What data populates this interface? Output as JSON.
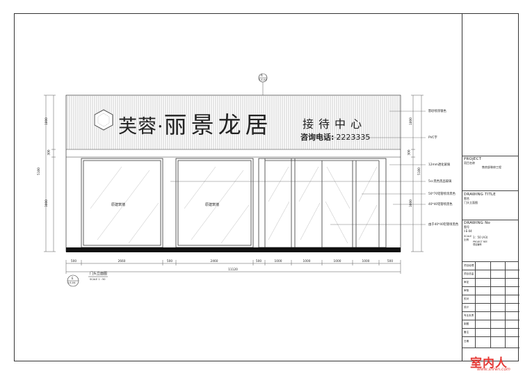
{
  "sign": {
    "brand_part1": "芙蓉·",
    "brand_part2": "丽景龙居",
    "subtitle": "接待中心",
    "phone_label": "咨询电话:",
    "phone_number": "2223335"
  },
  "section_marker": {
    "top": "A",
    "bottom": "7-E-04"
  },
  "panels": {
    "left_label": "原建筑墙",
    "right_label": "原建筑墙"
  },
  "annotations": [
    "影砂喷涂银色",
    "PVC字",
    "12mm透化玻璃",
    "5cc黑色黑品玻璃",
    "50*70铝管喷涂黑色",
    "40*40铝管喷黑色",
    "由于40*40铝管喷黑色"
  ],
  "vertical_dims": {
    "left": [
      "1800",
      "300",
      "3000"
    ],
    "left_total": "5100",
    "right": [
      "1800",
      "300",
      "3000"
    ],
    "right_total": "5100"
  },
  "horizontal_dims": {
    "segments": [
      "500",
      "2660",
      "500",
      "2460",
      "500",
      "1000",
      "1000",
      "1000",
      "1000",
      "500"
    ],
    "total": "11120"
  },
  "view_label": {
    "circle_top": "E",
    "circle_bottom": "I-E-04",
    "title": "门头立面图",
    "scale": "SCALE  1 : 50"
  },
  "title_block": {
    "project_heading": "PROJECT",
    "project_label": "项目名称",
    "project_name": "售房部装修工程",
    "drawing_title_heading": "DRAWING  TITLE",
    "drawing_title_label": "图名",
    "drawing_title": "门头立面图",
    "drawing_no_heading": "DRAWING  No",
    "drawing_no_label": "图号",
    "drawing_no": "I-E-04",
    "scale_heading": "SCALE",
    "scale_label": "比例",
    "scale_value": "1：50 (A3)",
    "project_ref_heading": "PROJECT REF.",
    "project_ref_label": "项目编号",
    "signoff_rows": [
      "项目经理",
      "项目总监",
      "审定",
      "审核",
      "校对",
      "设计",
      "专业负责",
      "制图",
      "备注",
      "日期"
    ]
  },
  "watermark": {
    "text": "室内人",
    "url": "www.snren.com"
  },
  "colors": {
    "ink": "#222222",
    "watermark": "#e53935"
  }
}
